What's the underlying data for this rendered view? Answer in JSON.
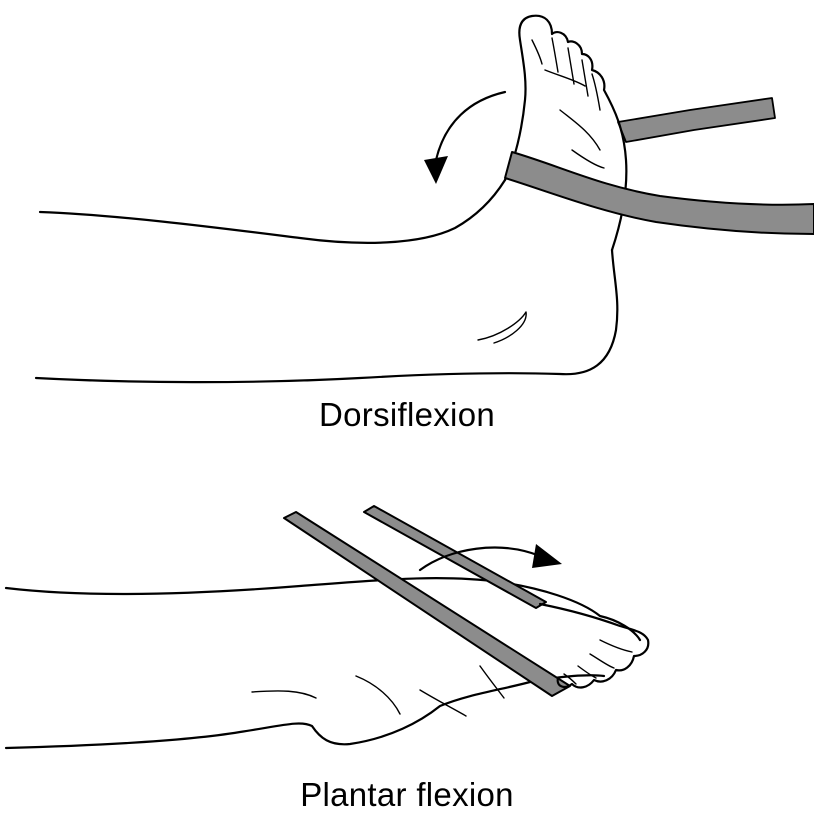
{
  "figures": [
    {
      "caption": "Dorsiflexion",
      "band_color": "#8c8c8c",
      "arrow_direction": "counterclockwise",
      "icon": "dorsiflexion-foot-illustration"
    },
    {
      "caption": "Plantar flexion",
      "band_color": "#8c8c8c",
      "arrow_direction": "clockwise",
      "icon": "plantar-flexion-foot-illustration"
    }
  ]
}
